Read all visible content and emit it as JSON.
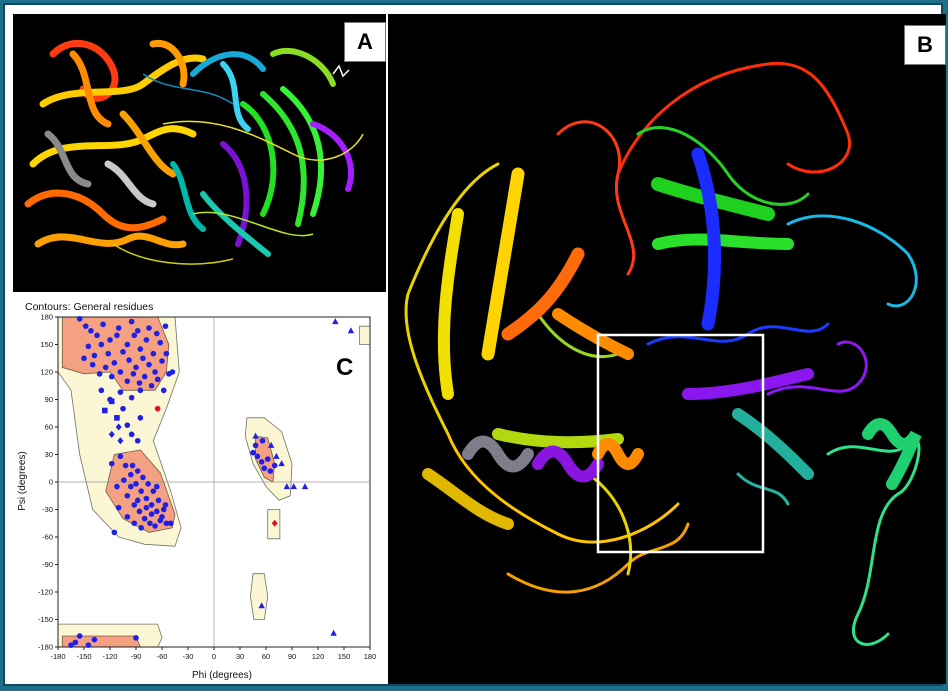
{
  "panels": {
    "a": {
      "label": "A"
    },
    "b": {
      "label": "B"
    },
    "c": {
      "label": "C"
    }
  },
  "colors": {
    "frame": "#1d6f8a",
    "favored_region": "#f3a182",
    "allowed_region": "#fbf6d3",
    "points": "#1f1fe6",
    "outliers": "#e6121b"
  },
  "chart_data": {
    "type": "scatter",
    "title": "Contours: General residues",
    "xlabel": "Phi (degrees)",
    "ylabel": "Psi (degrees)",
    "xlim": [
      -180,
      180
    ],
    "ylim": [
      -180,
      180
    ],
    "xticks": [
      -180,
      -150,
      -120,
      -90,
      -60,
      -30,
      0,
      30,
      60,
      90,
      120,
      150,
      180
    ],
    "yticks": [
      180,
      150,
      120,
      90,
      60,
      30,
      0,
      -30,
      -60,
      -90,
      -120,
      -150,
      -180
    ],
    "series": [
      {
        "marker": "circle",
        "points": [
          [
            -155,
            178
          ],
          [
            -148,
            170
          ],
          [
            -142,
            165
          ],
          [
            -135,
            160
          ],
          [
            -128,
            172
          ],
          [
            -120,
            155
          ],
          [
            -110,
            168
          ],
          [
            -100,
            150
          ],
          [
            -92,
            160
          ],
          [
            -85,
            145
          ],
          [
            -78,
            155
          ],
          [
            -70,
            140
          ],
          [
            -62,
            152
          ],
          [
            -56,
            170
          ],
          [
            -145,
            148
          ],
          [
            -138,
            138
          ],
          [
            -130,
            150
          ],
          [
            -122,
            140
          ],
          [
            -115,
            130
          ],
          [
            -105,
            142
          ],
          [
            -98,
            133
          ],
          [
            -90,
            125
          ],
          [
            -82,
            135
          ],
          [
            -75,
            128
          ],
          [
            -68,
            120
          ],
          [
            -60,
            132
          ],
          [
            -52,
            118
          ],
          [
            -140,
            128
          ],
          [
            -132,
            118
          ],
          [
            -125,
            125
          ],
          [
            -118,
            115
          ],
          [
            -108,
            120
          ],
          [
            -100,
            110
          ],
          [
            -93,
            118
          ],
          [
            -86,
            108
          ],
          [
            -80,
            115
          ],
          [
            -72,
            105
          ],
          [
            -65,
            112
          ],
          [
            -58,
            100
          ],
          [
            -150,
            135
          ],
          [
            -112,
            160
          ],
          [
            -95,
            175
          ],
          [
            -88,
            165
          ],
          [
            -75,
            168
          ],
          [
            -66,
            162
          ],
          [
            -48,
            120
          ],
          [
            -55,
            140
          ],
          [
            -108,
            98
          ],
          [
            -95,
            92
          ],
          [
            -85,
            100
          ],
          [
            -130,
            100
          ],
          [
            -120,
            90
          ],
          [
            -105,
            80
          ],
          [
            -85,
            70
          ],
          [
            -95,
            52
          ],
          [
            -88,
            45
          ],
          [
            -100,
            62
          ],
          [
            -108,
            28
          ],
          [
            -102,
            18
          ],
          [
            -96,
            8
          ],
          [
            -90,
            -2
          ],
          [
            -84,
            -10
          ],
          [
            -78,
            -18
          ],
          [
            -72,
            -25
          ],
          [
            -66,
            -32
          ],
          [
            -60,
            -38
          ],
          [
            -55,
            -45
          ],
          [
            -112,
            -5
          ],
          [
            -100,
            -15
          ],
          [
            -92,
            -25
          ],
          [
            -86,
            -32
          ],
          [
            -80,
            -40
          ],
          [
            -74,
            -45
          ],
          [
            -68,
            -48
          ],
          [
            -62,
            -42
          ],
          [
            -58,
            -30
          ],
          [
            -70,
            -10
          ],
          [
            -76,
            -2
          ],
          [
            -82,
            5
          ],
          [
            -88,
            12
          ],
          [
            -94,
            18
          ],
          [
            -118,
            20
          ],
          [
            -110,
            -28
          ],
          [
            -100,
            -38
          ],
          [
            -92,
            -45
          ],
          [
            -84,
            -50
          ],
          [
            -72,
            -35
          ],
          [
            -64,
            -20
          ],
          [
            -56,
            -25
          ],
          [
            -50,
            -45
          ],
          [
            -66,
            -5
          ],
          [
            -78,
            -28
          ],
          [
            -88,
            -20
          ],
          [
            -96,
            -5
          ],
          [
            -104,
            2
          ],
          [
            -115,
            -55
          ],
          [
            45,
            32
          ],
          [
            50,
            28
          ],
          [
            55,
            22
          ],
          [
            58,
            15
          ],
          [
            62,
            25
          ],
          [
            65,
            12
          ],
          [
            48,
            40
          ],
          [
            56,
            45
          ],
          [
            70,
            18
          ],
          [
            -160,
            -175
          ],
          [
            -155,
            -168
          ],
          [
            -145,
            -178
          ],
          [
            -138,
            -172
          ],
          [
            -90,
            -170
          ],
          [
            -165,
            -178
          ]
        ]
      },
      {
        "marker": "square",
        "points": [
          [
            -118,
            88
          ],
          [
            -126,
            78
          ],
          [
            -112,
            70
          ]
        ]
      },
      {
        "marker": "triangle",
        "points": [
          [
            140,
            175
          ],
          [
            158,
            165
          ],
          [
            48,
            50
          ],
          [
            55,
            -135
          ],
          [
            78,
            20
          ],
          [
            84,
            -5
          ],
          [
            92,
            -5
          ],
          [
            105,
            -5
          ],
          [
            138,
            -165
          ],
          [
            66,
            40
          ],
          [
            72,
            28
          ]
        ]
      },
      {
        "marker": "diamond",
        "points": [
          [
            -118,
            52
          ],
          [
            -108,
            45
          ],
          [
            -110,
            60
          ]
        ]
      },
      {
        "marker": "outlier-circle",
        "points": [
          [
            -65,
            80
          ]
        ]
      },
      {
        "marker": "outlier-diamond",
        "points": [
          [
            70,
            -45
          ]
        ]
      }
    ]
  }
}
